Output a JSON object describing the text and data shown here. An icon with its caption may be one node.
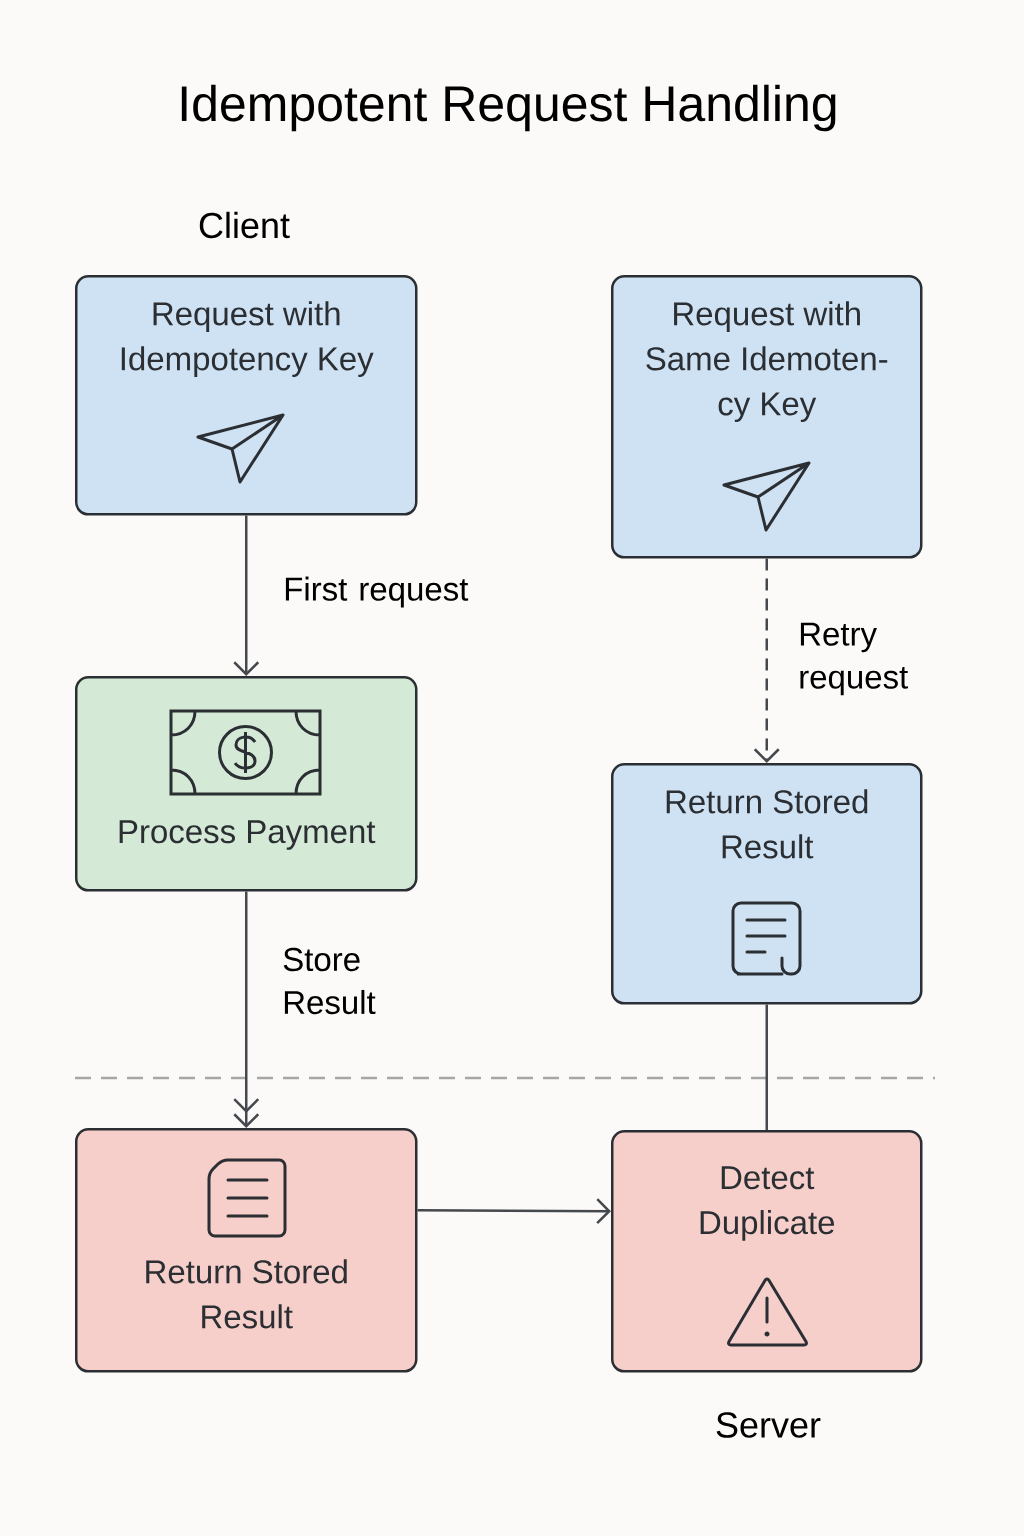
{
  "diagram": {
    "title": "Idempotent Request Handling",
    "nodes": [
      {
        "text": [
          "Request with Idempotency Key"
        ]
      },
      {
        "text": [
          "Request with Same Idemoten-cy Key"
        ]
      },
      {
        "text": [
          "Process Payment"
        ]
      },
      {
        "text": [
          "Return Stored Result"
        ]
      },
      {
        "text": [
          "Return Stored Result"
        ]
      },
      {
        "text": [
          "Detect Duplicate"
        ]
      }
    ],
    "edges": [
      {
        "from": 0,
        "to": 2,
        "arrow": "to",
        "label": "First request"
      },
      {
        "from": 1,
        "to": 3,
        "arrow": "to",
        "label": "Retry request",
        "style": "dashed"
      },
      {
        "from": 2,
        "to": 4,
        "arrow": "to",
        "label": "Store Result"
      },
      {
        "from": 3,
        "to": 5,
        "arrow": "none"
      },
      {
        "from": 4,
        "to": 5,
        "arrow": "to"
      }
    ],
    "labels": [
      "Client",
      "Server"
    ]
  }
}
